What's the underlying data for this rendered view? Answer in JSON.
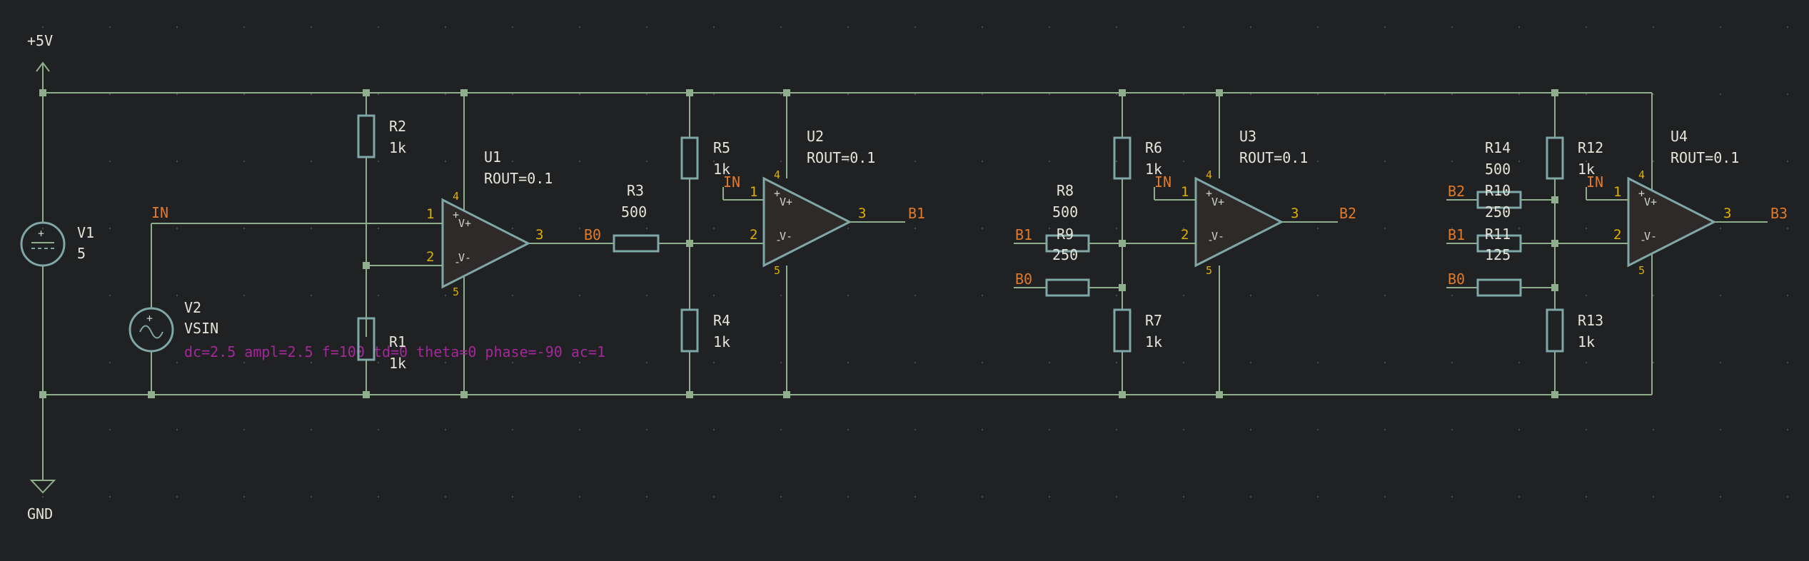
{
  "power": {
    "vcc": "+5V",
    "gnd": "GND"
  },
  "sources": {
    "v1": {
      "ref": "V1",
      "value": "5"
    },
    "v2": {
      "ref": "V2",
      "value": "VSIN",
      "params": "dc=2.5 ampl=2.5 f=100 td=0 theta=0 phase=-90 ac=1"
    }
  },
  "resistors": {
    "r1": {
      "ref": "R1",
      "value": "1k"
    },
    "r2": {
      "ref": "R2",
      "value": "1k"
    },
    "r3": {
      "ref": "R3",
      "value": "500"
    },
    "r4": {
      "ref": "R4",
      "value": "1k"
    },
    "r5": {
      "ref": "R5",
      "value": "1k"
    },
    "r6": {
      "ref": "R6",
      "value": "1k"
    },
    "r7": {
      "ref": "R7",
      "value": "1k"
    },
    "r8": {
      "ref": "R8",
      "value": "500"
    },
    "r9": {
      "ref": "R9",
      "value": "250"
    },
    "r10": {
      "ref": "R10",
      "value": "250"
    },
    "r11": {
      "ref": "R11",
      "value": "125"
    },
    "r12": {
      "ref": "R12",
      "value": "1k"
    },
    "r13": {
      "ref": "R13",
      "value": "1k"
    },
    "r14": {
      "ref": "R14",
      "value": "500"
    }
  },
  "opamps": {
    "u1": {
      "ref": "U1",
      "param": "ROUT=0.1"
    },
    "u2": {
      "ref": "U2",
      "param": "ROUT=0.1"
    },
    "u3": {
      "ref": "U3",
      "param": "ROUT=0.1"
    },
    "u4": {
      "ref": "U4",
      "param": "ROUT=0.1"
    }
  },
  "pins": {
    "in_plus": "1",
    "in_minus": "2",
    "out": "3",
    "vplus": "4",
    "vminus": "5"
  },
  "opamp_symbols": {
    "plus": "+",
    "minus": "-",
    "vplus": "V+",
    "vminus": "V-"
  },
  "nets": {
    "in": "IN",
    "b0": "B0",
    "b1": "B1",
    "b2": "B2",
    "b3": "B3"
  }
}
